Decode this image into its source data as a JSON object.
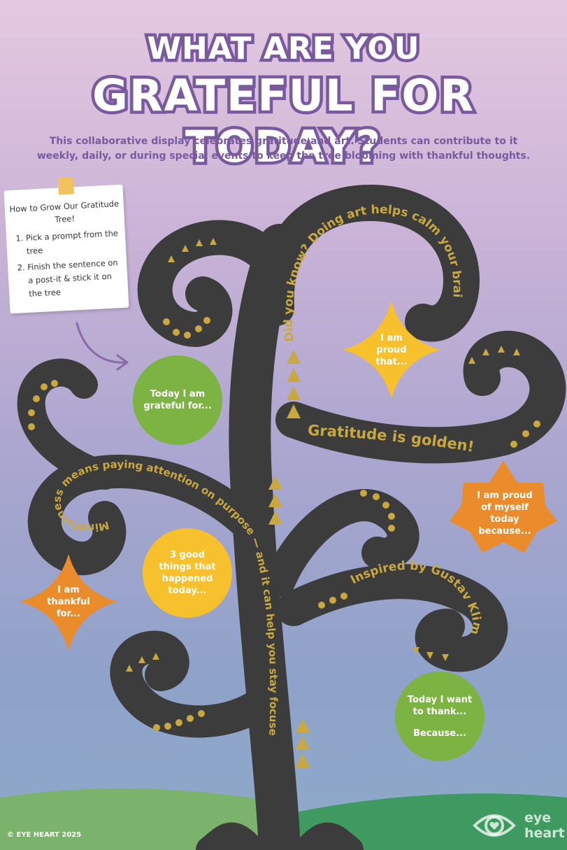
{
  "title": {
    "line1": "WHAT ARE YOU",
    "line2": "GRATEFUL FOR TODAY?"
  },
  "subtitle": "This collaborative display celebrates gratitude and art. Students can contribute to it weekly, daily, or during special events to keep the tree blooming with thankful thoughts.",
  "instructions": {
    "title": "How to Grow Our Gratitude Tree!",
    "steps": [
      "Pick a prompt from the tree",
      "Finish the sentence on a post-it & stick it on the tree"
    ]
  },
  "branch_texts": {
    "top_right": "Did you know? Doing art helps calm your brain!",
    "middle_right": "Gratitude is golden!",
    "left": "Mindfulness means paying attention on purpose — and it can help you stay focused!",
    "lower_right": "Inspired by Gustav Klimt"
  },
  "prompts": {
    "grateful": "Today I am grateful for...",
    "proud_that": "I am proud that...",
    "proud_myself": "I am proud of myself today because...",
    "good_things": "3 good things that happened today...",
    "thankful": "I am thankful for...",
    "want_thank": "Today I want to thank...",
    "because": "Because..."
  },
  "footer": {
    "copyright": "© EYE HEART 2025",
    "logo_line1": "eye",
    "logo_line2": "heart"
  },
  "colors": {
    "tree": "#3c3c3c",
    "accent": "#c9a93f",
    "title_outline": "#7a5a9e",
    "green": "#7cb342",
    "yellow": "#f6c12c",
    "orange": "#ea8c2c"
  }
}
